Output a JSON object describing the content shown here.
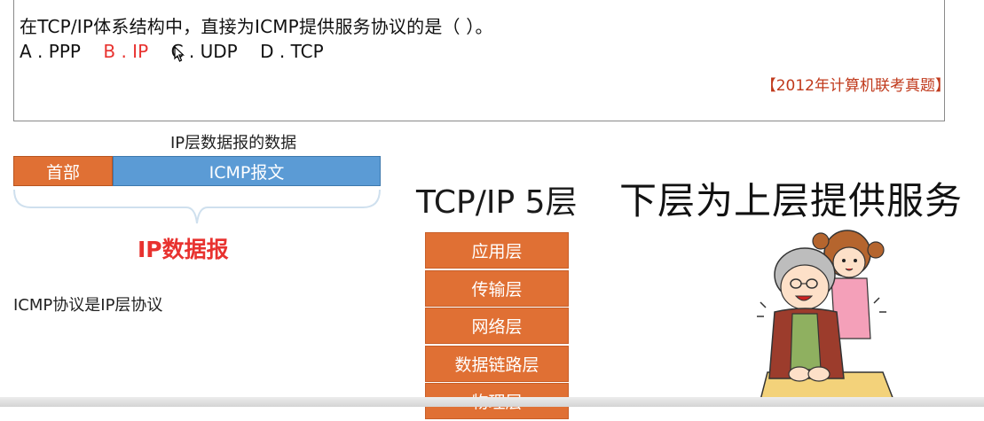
{
  "question": {
    "text": "在TCP/IP体系结构中，直接为ICMP提供服务协议的是（          ）。",
    "options": [
      {
        "label": "A . PPP",
        "highlight": false
      },
      {
        "label": "B . IP",
        "highlight": true
      },
      {
        "label": "C . UDP",
        "highlight": false
      },
      {
        "label": "D . TCP",
        "highlight": false
      }
    ],
    "source": "【2012年计算机联考真题】",
    "highlight_color": "#e8322f"
  },
  "diagram": {
    "title": "IP层数据报的数据",
    "header_label": "首部",
    "payload_label": "ICMP报文",
    "brace_label": "IP数据报",
    "note": "ICMP协议是IP层协议"
  },
  "stack": {
    "title": "TCP/IP 5层",
    "layers": [
      "应用层",
      "传输层",
      "网络层",
      "数据链路层",
      "物理层"
    ]
  },
  "slogan": "下层为上层提供服务",
  "illustration": "grandma-and-girl-illustration",
  "colors": {
    "orange": "#e07034",
    "blue": "#5b9bd5",
    "red": "#e8322f"
  }
}
